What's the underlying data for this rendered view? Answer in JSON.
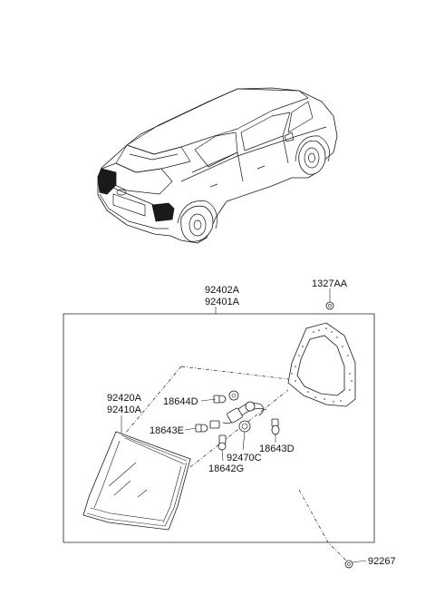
{
  "labels": {
    "p92402A": "92402A",
    "p92401A": "92401A",
    "p1327AA": "1327AA",
    "p92420A": "92420A",
    "p92410A": "92410A",
    "p18644D": "18644D",
    "p18643E": "18643E",
    "p18643D": "18643D",
    "p92470C": "92470C",
    "p18642G": "18642G",
    "p92267": "92267"
  },
  "colors": {
    "line": "#222222",
    "background": "#ffffff",
    "lamp_fill": "#1a1a1a"
  }
}
